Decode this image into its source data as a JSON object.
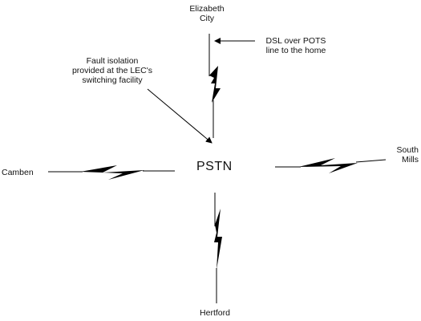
{
  "diagram": {
    "hub_label": "PSTN",
    "nodes": {
      "north": [
        "Elizabeth",
        "City"
      ],
      "west": [
        "Camben"
      ],
      "east": [
        "South",
        "Mills"
      ],
      "south": [
        "Hertford"
      ]
    },
    "callouts": {
      "dsl": [
        "DSL over POTS",
        "line to the home"
      ],
      "fault": [
        "Fault isolation",
        "provided at the LEC's",
        "switching facility"
      ]
    },
    "colors": {
      "line": "#000000",
      "text": "#111111",
      "background": "#ffffff"
    }
  }
}
